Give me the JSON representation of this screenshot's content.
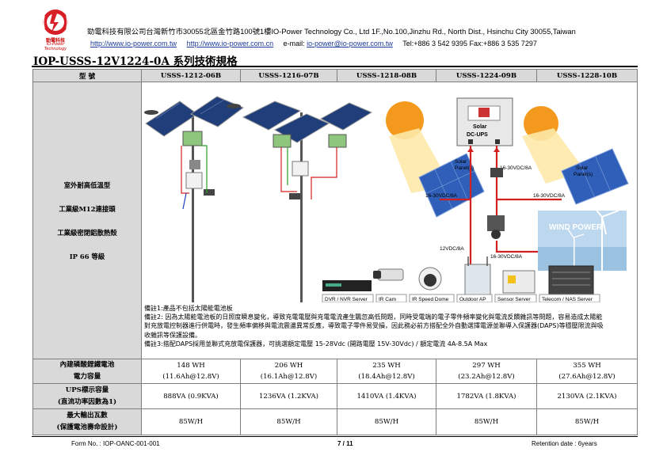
{
  "header": {
    "logo_cn": "勁電科技",
    "logo_en": "IO-Power Technology",
    "company_line": "勁電科技有限公司台灣新竹市30055北區金竹路100號1樓IO-Power Technology Co., Ltd    1F.,No.100,Jinzhu Rd., North Dist., Hsinchu City 30055,Taiwan",
    "url_tw": "http://www.io-power.com.tw",
    "url_cn": "http://www.io-power.com.cn",
    "email_label": "e-mail:",
    "email": "io-power@io-power.com.tw",
    "tel_fax": "Tel:+886 3 542 9395    Fax:+886 3 535 7297"
  },
  "doc_title": "IOP-USSS-12V1224-0A 系列技術規格",
  "table": {
    "model_label": "型  號",
    "models": [
      "USSS-1212-06B",
      "USSS-1216-07B",
      "USSS-1218-08B",
      "USSS-1224-09B",
      "USSS-1228-10B"
    ],
    "features": [
      "室外耐高低溫型",
      "工業級M12連接頭",
      "工業級密閉鋁散熱殼",
      "IP 66 等級"
    ],
    "diagram": {
      "solar_dc_ups": "Solar-DC-UPS",
      "solar_panel": "Solar Panel(s)",
      "wind_power": "WIND POWER",
      "wire_a": "16-30VDC/8A",
      "wire_b": "16-30VDC/8A",
      "wire_c": "16-30VDC/8A",
      "wire_d": "16-30VDC/8A",
      "wire_12v": "12VDC/8A",
      "devices": [
        "DVR / NVR Server",
        "IR Cam",
        "IR Speed Dome",
        "Outdoor AP",
        "Sensor Server",
        "Telecom / NAS Server"
      ]
    },
    "notes": [
      "備註1:產品不包括太陽能電池板",
      "備註2: 因為太陽能電池板的日照度瞬息變化，導致充電電壓與充電電流產生飄忽高低問題，同時受電端的電子零件頻率變化與電流反饋雜訊等問題，容易造成太陽能對充放電控制器進行供電時，發生頻率偏移與電流震盪異常反應，導致電子零件易受損，因此務必前方搭配全外自動選擇電源並聯導入保護器(DAPS)等穩壓限流與吸收雜訊等保護設備。",
      "備註3:搭配DAPS採用並聯式充放電保護器，可挑選額定電壓 15-28Vdc (開路電壓 15V-30Vdc) / 額定電流 4A-8.5A Max"
    ],
    "rows": [
      {
        "label": [
          "內建磷酸鋰鐵電池",
          "電力容量"
        ],
        "values": [
          [
            "148 WH",
            "(11.6Ah@12.8V)"
          ],
          [
            "206 WH",
            "(16.1Ah@12.8V)"
          ],
          [
            "235 WH",
            "(18.4Ah@12.8V)"
          ],
          [
            "297 WH",
            "(23.2Ah@12.8V)"
          ],
          [
            "355 WH",
            "(27.6Ah@12.8V)"
          ]
        ]
      },
      {
        "label": [
          "UPS標示容量",
          "(直流功率因數為1)"
        ],
        "values": [
          [
            "888VA (0.9KVA)"
          ],
          [
            "1236VA (1.2KVA)"
          ],
          [
            "1410VA (1.4KVA)"
          ],
          [
            "1782VA (1.8KVA)"
          ],
          [
            "2130VA (2.1KVA)"
          ]
        ]
      },
      {
        "label": [
          "最大輸出瓦數",
          "(保護電池壽命設計)"
        ],
        "values": [
          [
            "85W/H"
          ],
          [
            "85W/H"
          ],
          [
            "85W/H"
          ],
          [
            "85W/H"
          ],
          [
            "85W/H"
          ]
        ]
      }
    ]
  },
  "footer": {
    "form_no": "Form No. : IOP-OANC-001-001",
    "page": "7 / 11",
    "retention": "Retention date : 6years"
  },
  "colors": {
    "link": "#1a3a9a",
    "header_fill": "#d9d9d9",
    "wire_red": "#d32020",
    "sun_orange": "#f39a1e",
    "panel_blue": "#2f5fb8"
  }
}
